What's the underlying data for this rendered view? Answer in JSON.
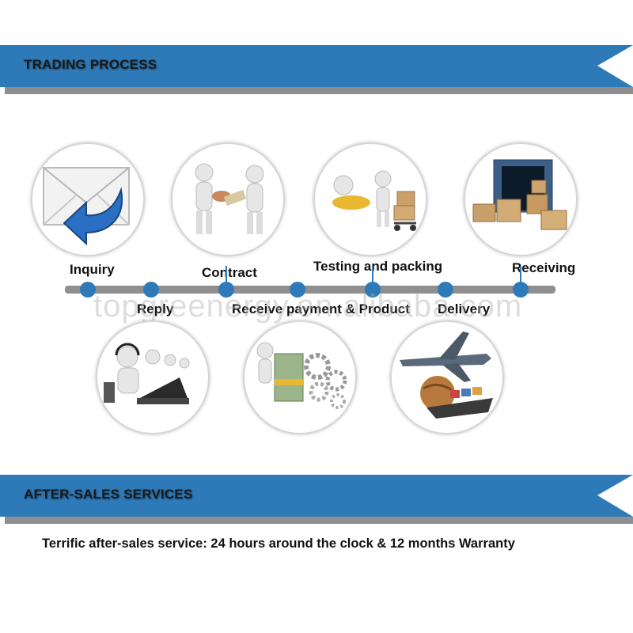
{
  "colors": {
    "accent": "#2e7ab8",
    "bar_shadow": "#8e8e8e",
    "timeline": "#8f8f8f"
  },
  "header": {
    "title": "TRADING PROCESS"
  },
  "steps_top": [
    {
      "label": "Inquiry",
      "icon": "envelope-icon"
    },
    {
      "label": "Contract",
      "icon": "handshake-figures-icon"
    },
    {
      "label": "Testing and packing",
      "icon": "cart-boxes-icon"
    },
    {
      "label": "Receiving",
      "icon": "container-boxes-icon"
    }
  ],
  "steps_bottom": [
    {
      "label": "Reply",
      "icon": "call-center-icon"
    },
    {
      "label": "Receive payment & Product",
      "icon": "money-gears-icon"
    },
    {
      "label": "Delivery",
      "icon": "plane-ship-globe-icon"
    }
  ],
  "watermark": "topgreenergy.en.alibaba.com",
  "after_sales": {
    "title": "AFTER-SALES SERVICES",
    "note": "Terrific after-sales service: 24 hours around the clock & 12 months Warranty"
  }
}
